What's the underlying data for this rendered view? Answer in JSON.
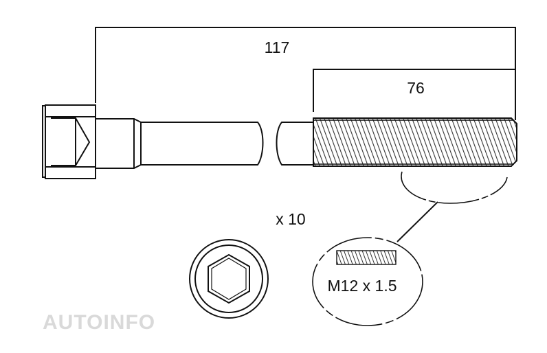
{
  "dimensions": {
    "overall_length": "117",
    "thread_length": "76"
  },
  "quantity": "x 10",
  "thread_spec": "M12 x 1.5",
  "watermark": "AUTOINFO",
  "colors": {
    "line": "#111111",
    "thread_fill": "#555555",
    "watermark": "#d9d9d9"
  }
}
